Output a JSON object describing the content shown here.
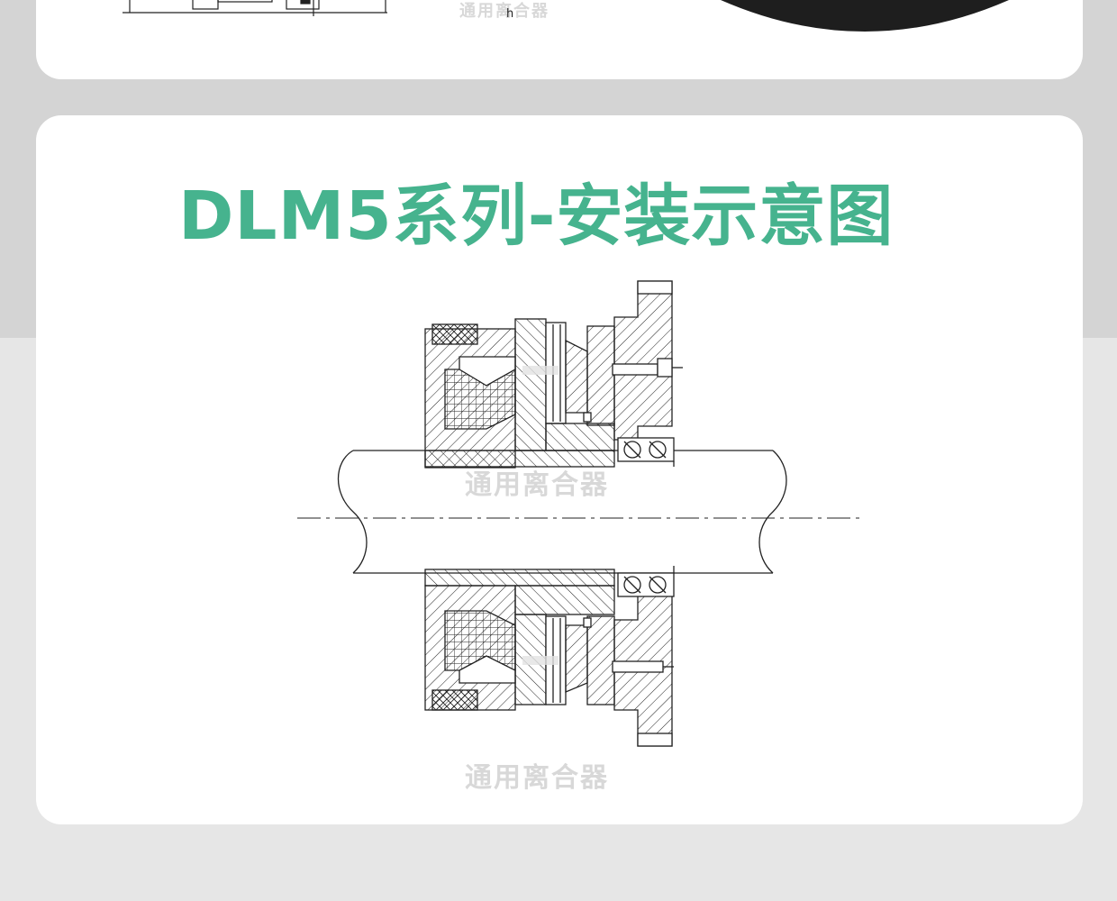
{
  "page": {
    "title": "DLM5系列-安装示意图",
    "accent_color": "#46b38e"
  },
  "top_card": {
    "dimension_label": "h",
    "watermark": "通用离合器"
  },
  "diagram": {
    "watermark_top": "通用离合器",
    "watermark_bottom": "通用离合器"
  }
}
